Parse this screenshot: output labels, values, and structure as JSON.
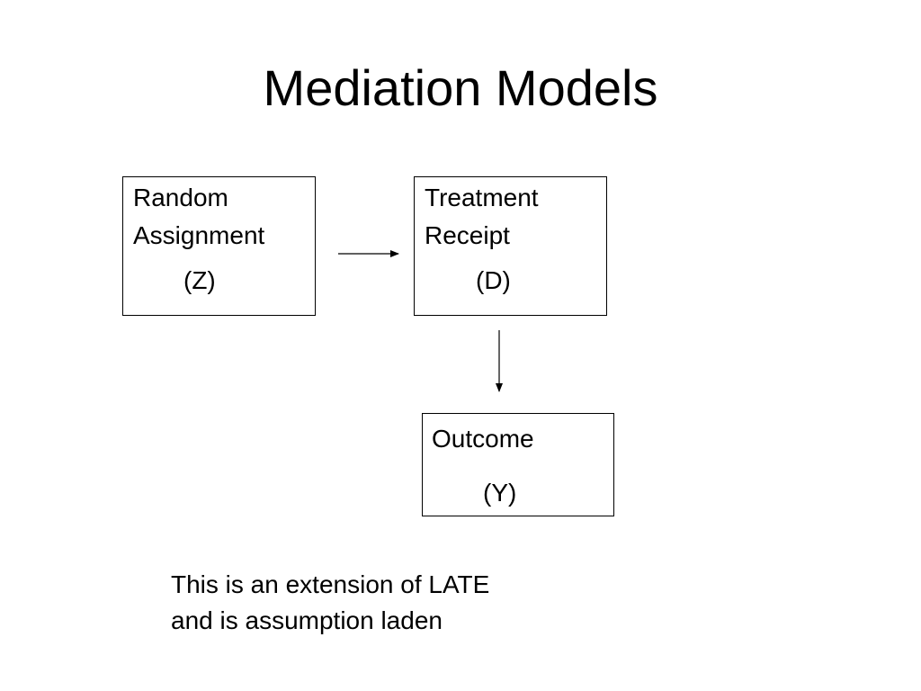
{
  "slide": {
    "title": "Mediation Models"
  },
  "nodes": {
    "z": {
      "line1": "Random",
      "line2": "Assignment",
      "symbol": "(Z)"
    },
    "d": {
      "line1": "Treatment",
      "line2": "Receipt",
      "symbol": "(D)"
    },
    "y": {
      "line1": "Outcome",
      "symbol": "(Y)"
    }
  },
  "edges": [
    {
      "from": "z",
      "to": "d"
    },
    {
      "from": "d",
      "to": "y"
    }
  ],
  "note": {
    "line1": "This is an extension of LATE",
    "line2": "and is assumption laden"
  },
  "colors": {
    "background": "#ffffff",
    "text": "#000000",
    "stroke": "#000000"
  }
}
